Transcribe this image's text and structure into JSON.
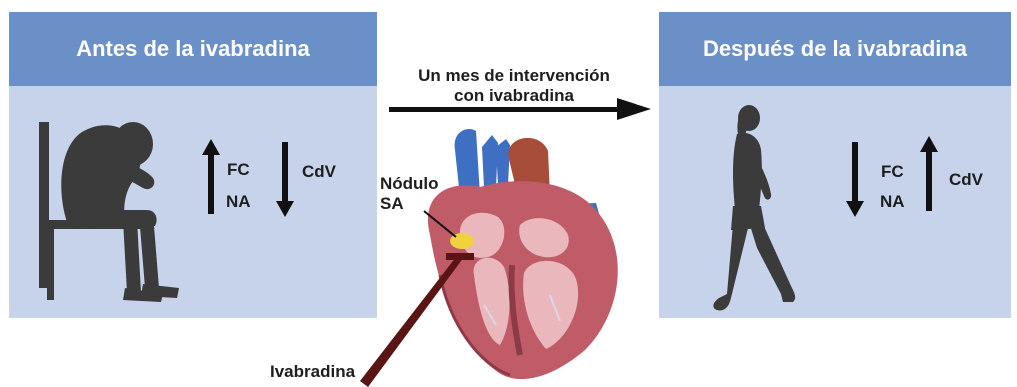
{
  "left_panel": {
    "title": "Antes de la ivabradina",
    "label_fc": "FC",
    "label_na": "NA",
    "label_cdv": "CdV",
    "fc_na_direction": "up",
    "cdv_direction": "down"
  },
  "right_panel": {
    "title": "Después de la ivabradina",
    "label_fc": "FC",
    "label_na": "NA",
    "label_cdv": "CdV",
    "fc_na_direction": "down",
    "cdv_direction": "up"
  },
  "intervention": {
    "line1": "Un mes de intervención",
    "line2": "con ivabradina"
  },
  "heart": {
    "node_label_line1": "Nódulo",
    "node_label_line2": "SA",
    "drug_label": "Ivabradina"
  },
  "colors": {
    "panel_header": "#6b8fc7",
    "panel_body": "#c7d3ea",
    "silhouette": "#3b3b3b",
    "arrow": "#111111",
    "sa_node": "#f2d23c",
    "drug_bar": "#5a1414"
  }
}
